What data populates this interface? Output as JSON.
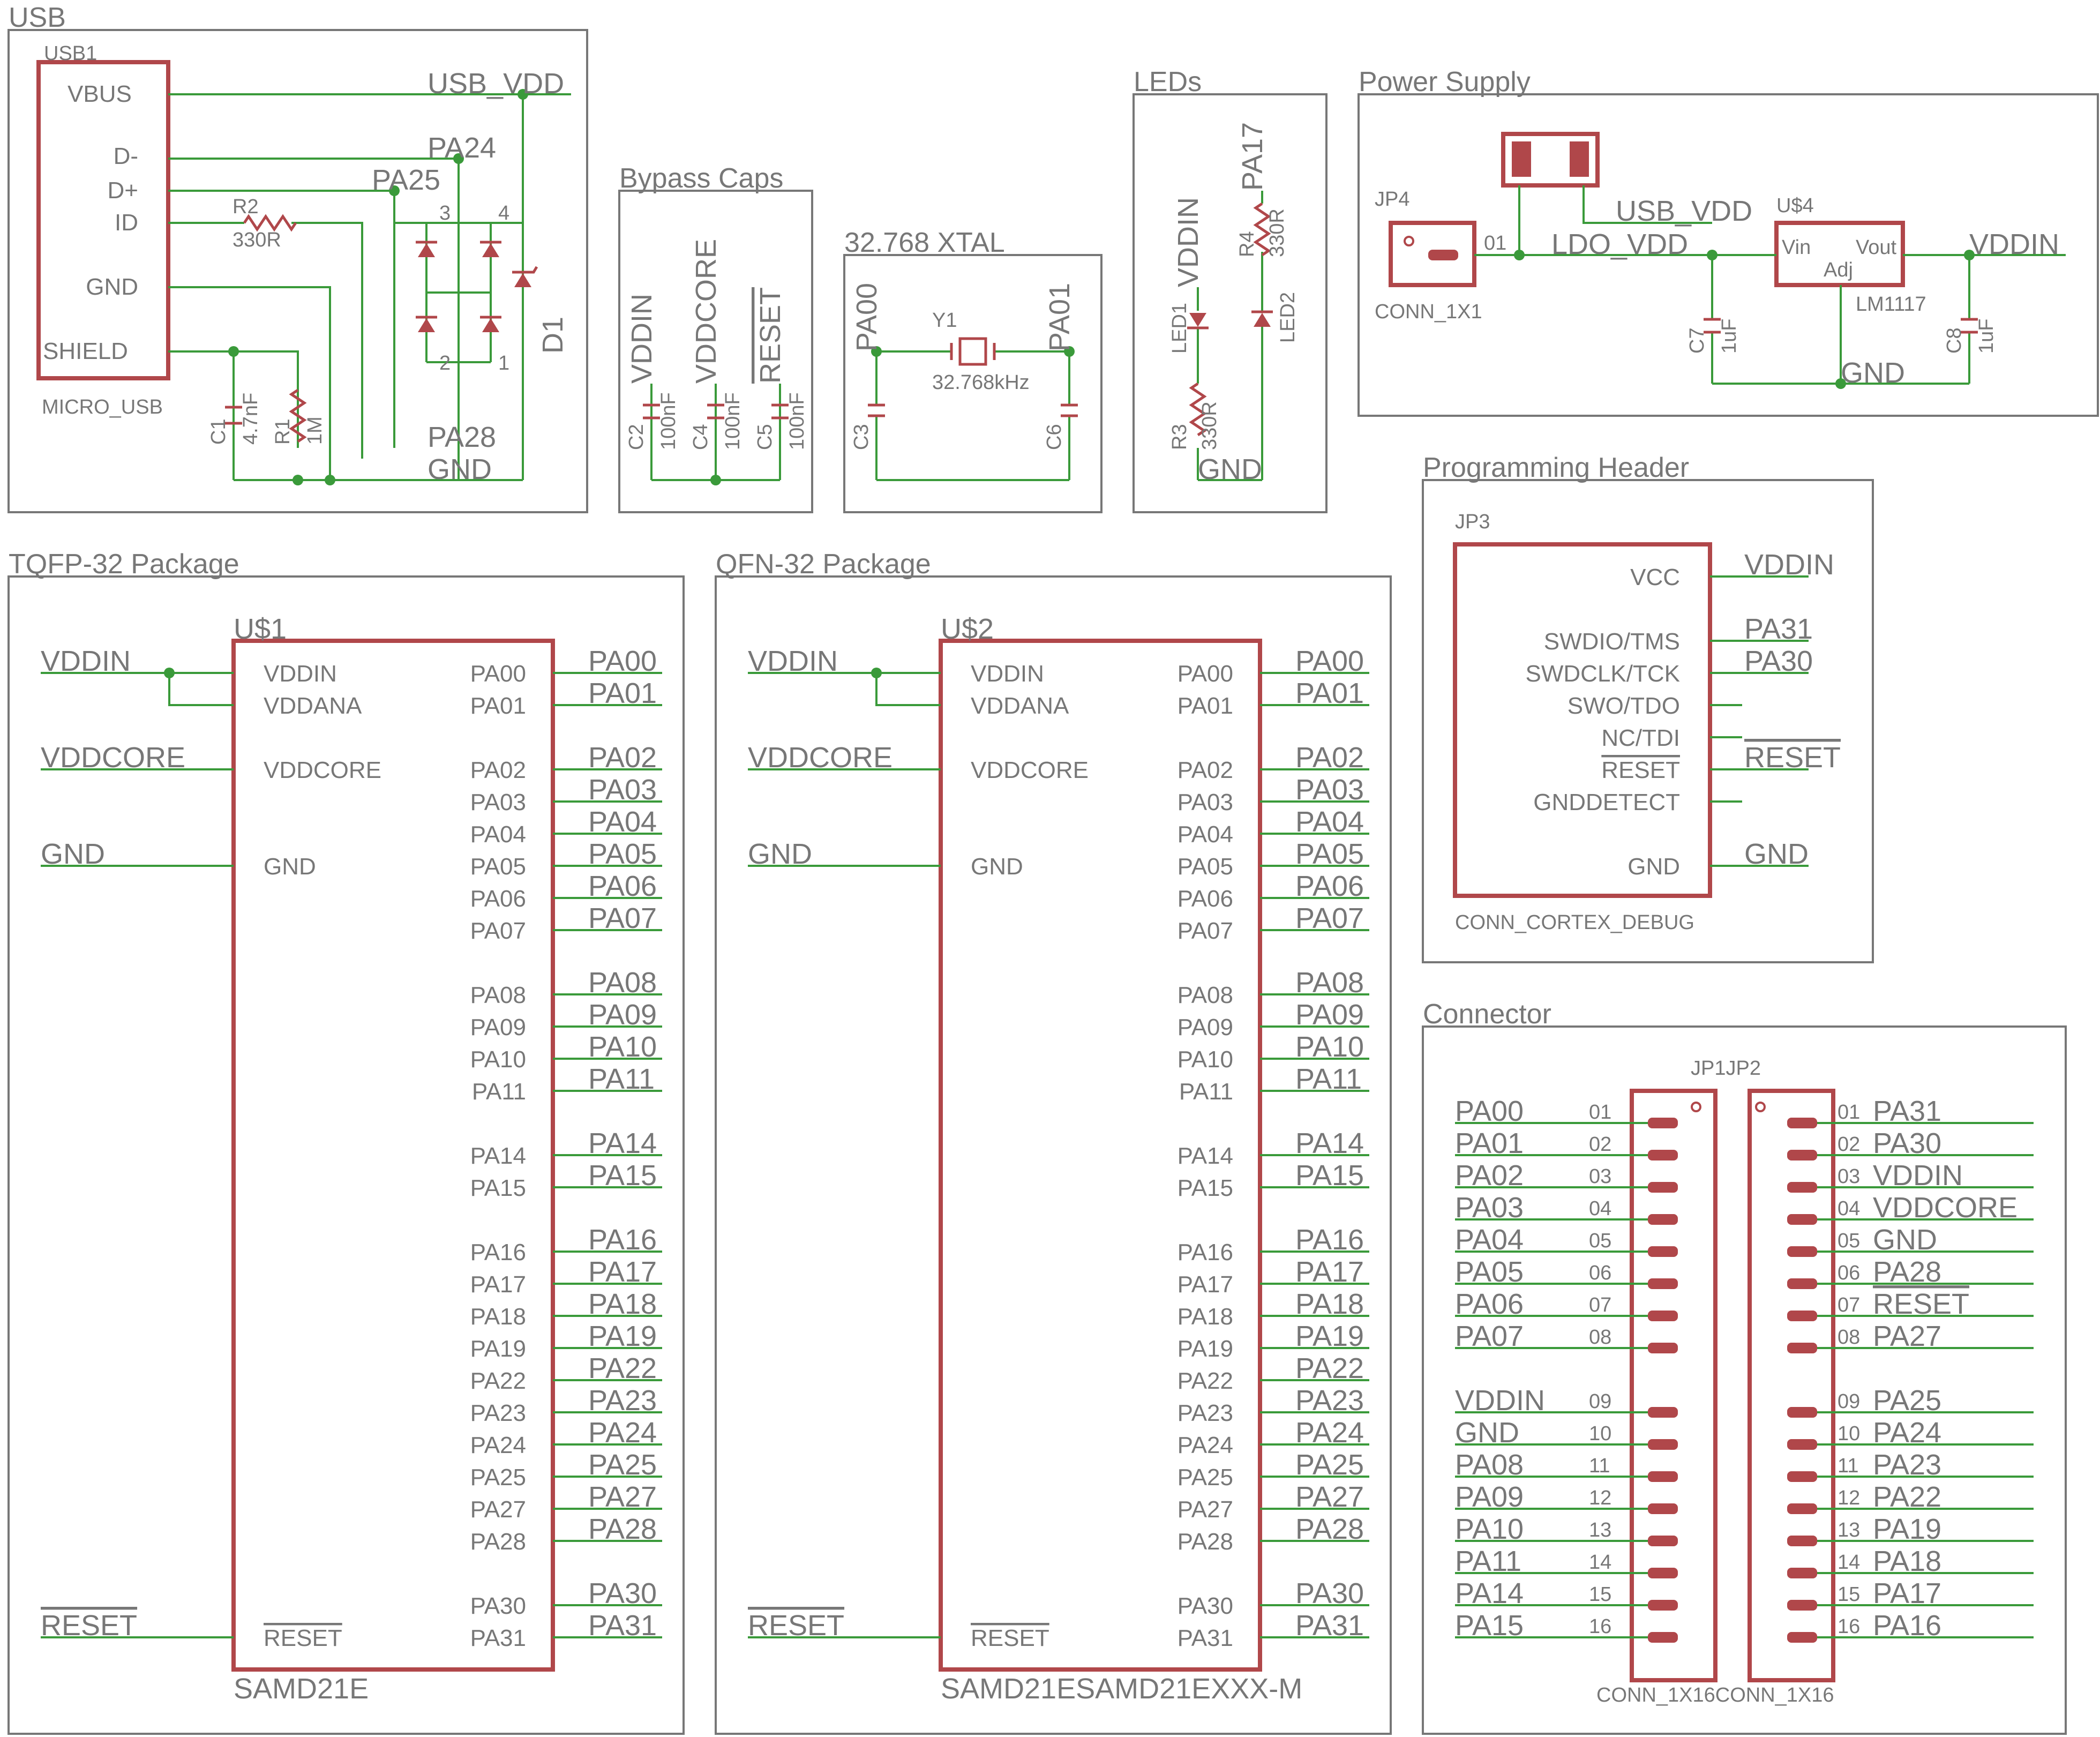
{
  "sections": {
    "usb": "USB",
    "bypass": "Bypass Caps",
    "xtal": "32.768 XTAL",
    "leds": "LEDs",
    "power": "Power Supply",
    "prog": "Programming Header",
    "conn": "Connector",
    "tqfp": "TQFP-32 Package",
    "qfn": "QFN-32 Package"
  },
  "usb": {
    "ref": "USB1",
    "value": "MICRO_USB",
    "pins": [
      "VBUS",
      "D-",
      "D+",
      "ID",
      "GND",
      "SHIELD"
    ],
    "nets": [
      "USB_VDD",
      "PA24",
      "PA25",
      "PA28",
      "GND"
    ],
    "r2_ref": "R2",
    "r2_value": "330R",
    "c1_ref": "C1",
    "c1_value": "4.7nF",
    "r1_ref": "R1",
    "r1_value": "1M",
    "d1_ref": "D1",
    "d1_pins": [
      "3",
      "4",
      "2",
      "1"
    ]
  },
  "bypass": {
    "nets": [
      "VDDIN",
      "VDDCORE",
      "RESET"
    ],
    "caps": [
      "C2",
      "C4",
      "C5"
    ],
    "value": "100nF"
  },
  "xtal": {
    "nets": [
      "PA00",
      "PA01"
    ],
    "ref": "Y1",
    "value": "32.768kHz",
    "caps": [
      "C3",
      "C6"
    ]
  },
  "leds": {
    "nets": [
      "VDDIN",
      "PA17",
      "GND"
    ],
    "labels": [
      "LED1",
      "LED2",
      "R3",
      "330R",
      "R4",
      "330R"
    ]
  },
  "power": {
    "jp4_ref": "JP4",
    "jp4_value": "CONN_1X1",
    "jp4_pin": "01",
    "u4_ref": "U$4",
    "u4_value": "LM1117",
    "u4_pins": [
      "Vin",
      "Vout",
      "Adj"
    ],
    "nets": [
      "LDO_VDD",
      "USB_VDD",
      "VDDIN",
      "GND"
    ],
    "caps": [
      "C7",
      "1uF",
      "C8",
      "1uF"
    ]
  },
  "prog": {
    "ref": "JP3",
    "value": "CONN_CORTEX_DEBUG",
    "pins": [
      "VCC",
      "SWDIO/TMS",
      "SWDCLK/TCK",
      "SWO/TDO",
      "NC/TDI",
      "RESET",
      "GNDDETECT",
      "GND"
    ],
    "nets": [
      "VDDIN",
      "PA31",
      "PA30",
      "",
      "",
      "RESET",
      "",
      "GND"
    ]
  },
  "conn": {
    "ref": "JP1JP2",
    "value": "CONN_1X16CONN_1X16",
    "left": [
      "PA00",
      "PA01",
      "PA02",
      "PA03",
      "PA04",
      "PA05",
      "PA06",
      "PA07",
      "VDDIN",
      "GND",
      "PA08",
      "PA09",
      "PA10",
      "PA11",
      "PA14",
      "PA15"
    ],
    "right": [
      "PA31",
      "PA30",
      "VDDIN",
      "VDDCORE",
      "GND",
      "PA28",
      "RESET",
      "PA27",
      "PA25",
      "PA24",
      "PA23",
      "PA22",
      "PA19",
      "PA18",
      "PA17",
      "PA16"
    ],
    "nums": [
      "01",
      "02",
      "03",
      "04",
      "05",
      "06",
      "07",
      "08",
      "09",
      "10",
      "11",
      "12",
      "13",
      "14",
      "15",
      "16"
    ]
  },
  "tqfp": {
    "ref": "U$1",
    "value": "SAMD21E"
  },
  "qfn": {
    "ref": "U$2",
    "value": "SAMD21ESAMD21EXXX-M"
  },
  "chip": {
    "left_pins": [
      "VDDIN",
      "VDDANA",
      "VDDCORE",
      "GND",
      "RESET"
    ],
    "left_nets": [
      "VDDIN",
      "VDDCORE",
      "GND",
      "RESET"
    ],
    "right_pins": [
      "PA00",
      "PA01",
      "PA02",
      "PA03",
      "PA04",
      "PA05",
      "PA06",
      "PA07",
      "PA08",
      "PA09",
      "PA10",
      "PA11",
      "PA14",
      "PA15",
      "PA16",
      "PA17",
      "PA18",
      "PA19",
      "PA22",
      "PA23",
      "PA24",
      "PA25",
      "PA27",
      "PA28",
      "PA30",
      "PA31"
    ]
  }
}
